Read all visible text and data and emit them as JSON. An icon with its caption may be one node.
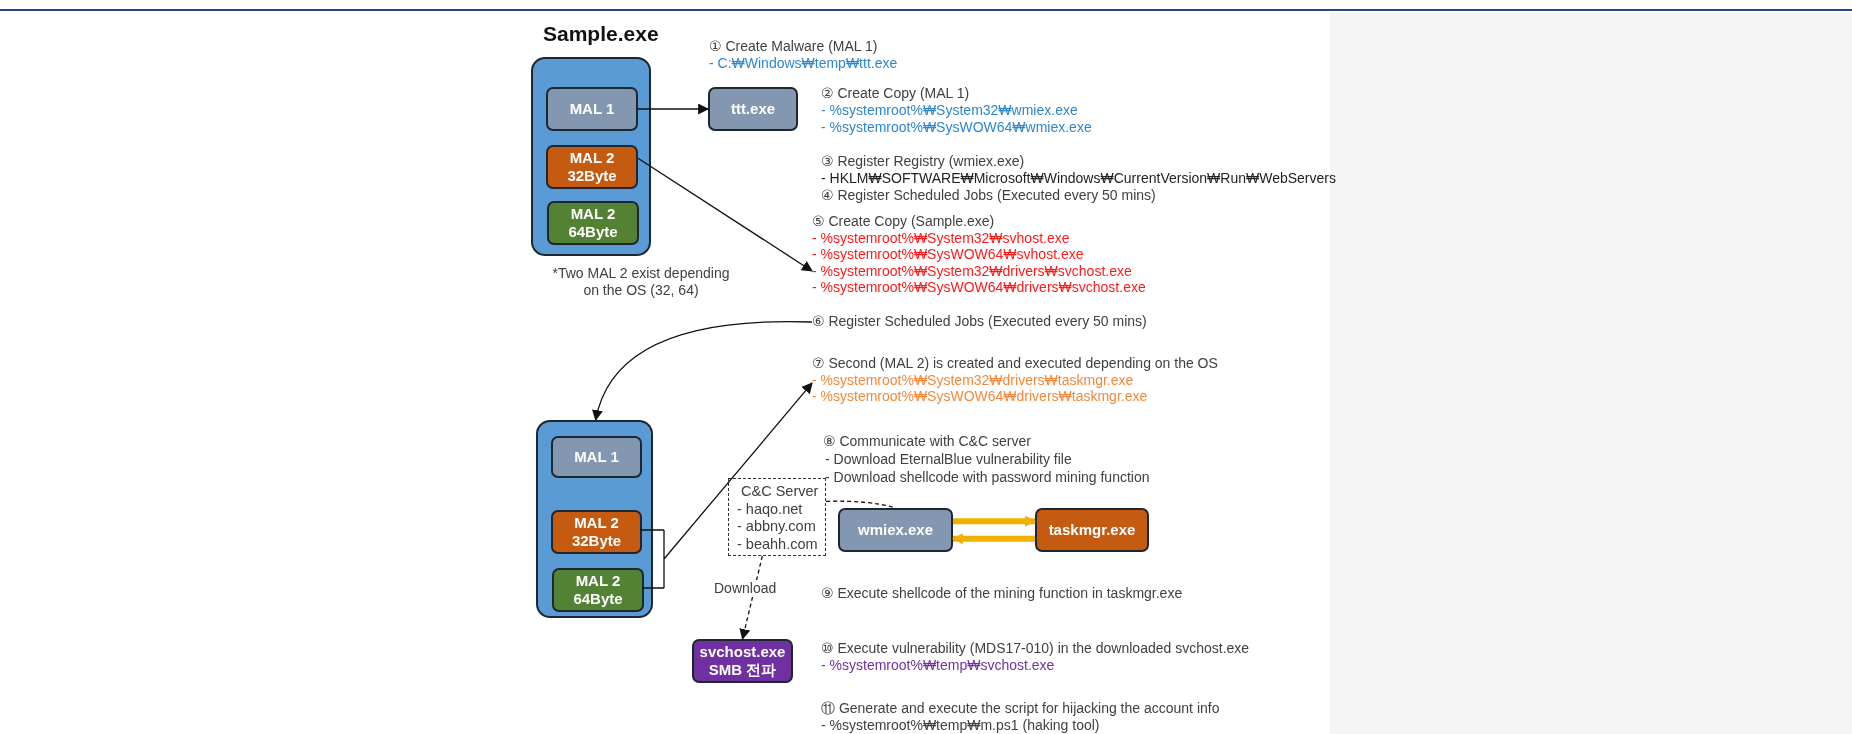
{
  "diagram": {
    "nodes": [
      {
        "text": [
          "Sample.exe"
        ]
      },
      {
        "text": [
          "MAL 1"
        ],
        "in": 0
      },
      {
        "text": [
          "MAL 2",
          "32Byte"
        ],
        "in": 0
      },
      {
        "text": [
          "MAL 2",
          "64Byte"
        ],
        "in": 0
      },
      {
        "text": [
          "ttt.exe"
        ]
      },
      {
        "text": [
          "⑤ Create Copy (Sample.exe)",
          "- %systemroot%₩System32₩svhost.exe",
          "- %systemroot%₩SysWOW64₩svhost.exe",
          "- %systemroot%₩System32₩drivers₩svchost.exe",
          "- %systemroot%₩SysWOW64₩drivers₩svchost.exe"
        ]
      },
      {
        "text": [
          "⑥ Register Scheduled Jobs (Executed every 50 mins)"
        ]
      },
      {
        "text": [
          "⑦ Second (MAL 2) is created and executed depending on the OS",
          "- %systemroot%₩System32₩drivers₩taskmgr.exe",
          "- %systemroot%₩SysWOW64₩drivers₩taskmgr.exe"
        ]
      },
      {
        "text": [],
        "shape": "box"
      },
      {
        "text": [
          "MAL 1"
        ],
        "in": 8
      },
      {
        "text": [
          "MAL 2",
          "32Byte"
        ],
        "in": 8
      },
      {
        "text": [
          "MAL 2",
          "64Byte"
        ],
        "in": 8
      },
      {
        "text": [
          "C&C Server",
          "- haqo.net",
          "- abbny.com",
          "- beahh.com"
        ]
      },
      {
        "text": [
          "wmiex.exe"
        ]
      },
      {
        "text": [
          "taskmgr.exe"
        ]
      },
      {
        "text": [
          "svchost.exe",
          "SMB 전파"
        ]
      }
    ],
    "edges": [
      {
        "from": 1,
        "to": 4,
        "arrow": "to"
      },
      {
        "from": 2,
        "to": 5,
        "arrow": "to"
      },
      {
        "from": 6,
        "to": 8,
        "arrow": "to"
      },
      {
        "from": 10,
        "to": 7,
        "arrow": "to"
      },
      {
        "from": 11,
        "to": 7,
        "arrow": "to"
      },
      {
        "from": 12,
        "to": 13,
        "arrow": "none",
        "style": "dashed"
      },
      {
        "from": 12,
        "to": 15,
        "arrow": "to",
        "style": "dashed",
        "label": "Download"
      },
      {
        "from": 13,
        "to": 14,
        "arrow": "to",
        "style": "thick",
        "color": "#f0b000"
      },
      {
        "from": 14,
        "to": 13,
        "arrow": "to",
        "style": "thick",
        "color": "#f0b000"
      }
    ],
    "labels": [
      "① Create Malware (MAL 1)",
      "- C:₩Windows₩temp₩ttt.exe",
      "② Create Copy (MAL 1)",
      "- %systemroot%₩System32₩wmiex.exe",
      "- %systemroot%₩SysWOW64₩wmiex.exe",
      "③ Register Registry (wmiex.exe)",
      "- HKLM₩SOFTWARE₩Microsoft₩Windows₩CurrentVersion₩Run₩WebServers",
      "④ Register Scheduled Jobs (Executed every 50 mins)",
      "*Two MAL 2 exist depending on the OS (32, 64)",
      "⑧ Communicate with C&C server",
      "- Download EternalBlue vulnerability file",
      "- Download shellcode with password mining function",
      "⑨ Execute shellcode of the mining function in taskmgr.exe",
      "⑩ Execute vulnerability (MDS17-010) in the downloaded svchost.exe",
      "- %systemroot%₩temp₩svchost.exe",
      "⑪ Generate and execute the script for hijacking the account info",
      "- %systemroot%₩temp₩m.ps1 (haking tool)"
    ]
  }
}
